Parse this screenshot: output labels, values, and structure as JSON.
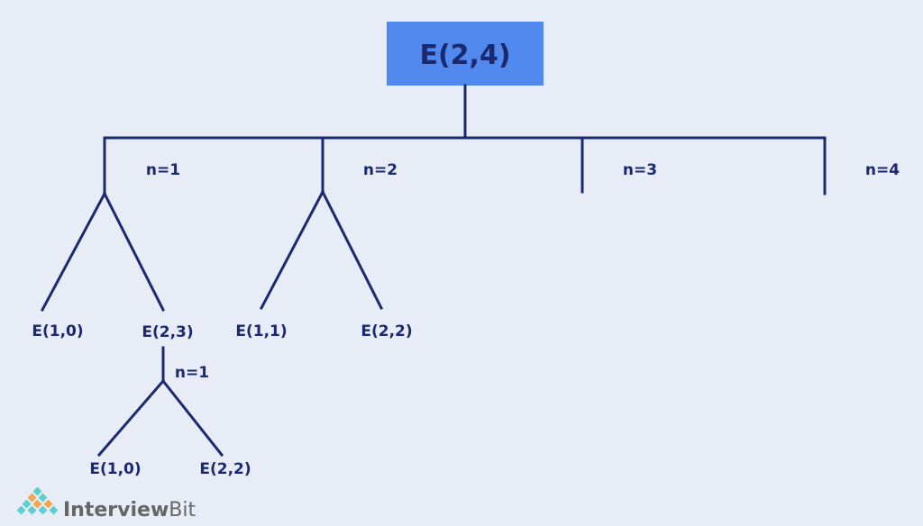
{
  "root": {
    "label": "E(2,4)",
    "color": "#5189ee"
  },
  "branches": [
    {
      "label": "n=1"
    },
    {
      "label": "n=2"
    },
    {
      "label": "n=3"
    },
    {
      "label": "n=4"
    }
  ],
  "nodes": {
    "b1_left": "E(1,0)",
    "b1_right": "E(2,3)",
    "b2_left": "E(1,1)",
    "b2_right": "E(2,2)",
    "sub_branch": "n=1",
    "sub_left": "E(1,0)",
    "sub_right": "E(2,2)"
  },
  "logo": {
    "text_main": "Interview",
    "text_bold": "Bit"
  },
  "colors": {
    "background": "#e8ecf6",
    "line": "#1b2a6e",
    "root_box": "#5189ee"
  }
}
